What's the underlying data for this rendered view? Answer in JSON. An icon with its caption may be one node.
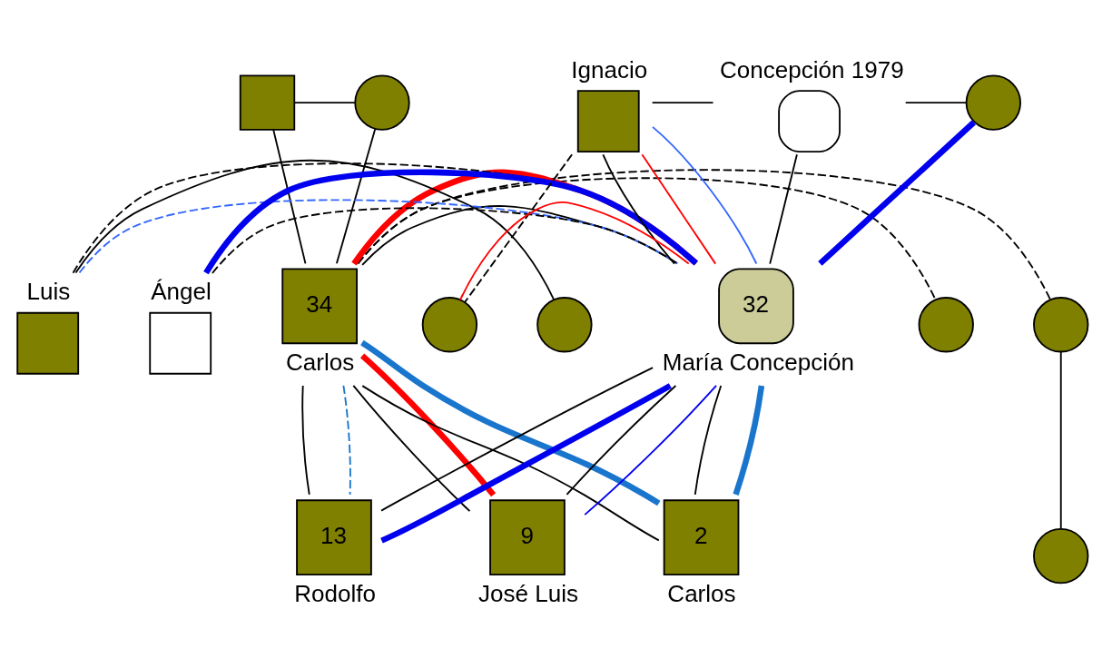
{
  "diagram": {
    "nodes": [
      {
        "text": [],
        "shape": "box"
      },
      {
        "text": [],
        "shape": "circle"
      },
      {
        "text": [
          "34"
        ],
        "beside": [
          "Carlos"
        ]
      },
      {
        "text": [],
        "shape": "circle"
      },
      {
        "text": [],
        "shape": "circle"
      },
      {
        "text": [],
        "shape": "circle"
      },
      {
        "text": [
          "Luis"
        ]
      },
      {
        "text": [],
        "shape": "circle"
      },
      {
        "text": [
          "Ángel"
        ]
      },
      {
        "text": [
          "Ignacio"
        ]
      },
      {
        "text": [
          "Concepción 1979"
        ]
      },
      {
        "text": [],
        "shape": "circle"
      },
      {
        "text": [],
        "shape": "circle"
      },
      {
        "text": [
          "32"
        ],
        "beside": [
          "María Concepción"
        ]
      },
      {
        "text": [
          "13"
        ],
        "beside": [
          "Rodolfo"
        ]
      },
      {
        "text": [
          "9"
        ],
        "beside": [
          "José Luis"
        ]
      },
      {
        "text": [
          "2"
        ],
        "beside": [
          "Carlos"
        ]
      }
    ],
    "edges": [
      {
        "from": 0,
        "to": 1,
        "arrow": "none"
      },
      {
        "from": 0,
        "to": 2,
        "arrow": "none"
      },
      {
        "from": 1,
        "to": 2,
        "arrow": "none"
      },
      {
        "from": 2,
        "to": 3,
        "arrow": "none",
        "style": "dashed"
      },
      {
        "from": 2,
        "to": 4,
        "arrow": "none",
        "style": "dashed"
      },
      {
        "from": 4,
        "to": 5,
        "arrow": "none"
      },
      {
        "from": 6,
        "to": 7,
        "arrow": "none"
      },
      {
        "from": 10,
        "to": 12,
        "arrow": "none"
      },
      {
        "from": 9,
        "to": 10,
        "arrow": "none"
      },
      {
        "from": 9,
        "to": 11,
        "arrow": "none",
        "style": "dashed"
      },
      {
        "from": 9,
        "to": 13,
        "arrow": "none"
      },
      {
        "from": 10,
        "to": 13,
        "arrow": "none"
      },
      {
        "from": 6,
        "to": 13,
        "arrow": "none",
        "style": "dashed",
        "color": "#3366ff"
      },
      {
        "from": 6,
        "to": 13,
        "arrow": "none",
        "style": "dashed"
      },
      {
        "from": 8,
        "to": 13,
        "arrow": "none",
        "style": "dashed"
      },
      {
        "from": 8,
        "to": 13,
        "arrow": "none",
        "style": "thick",
        "color": "#0000ee"
      },
      {
        "from": 2,
        "to": 13,
        "arrow": "none"
      },
      {
        "from": 2,
        "to": 14,
        "arrow": "none"
      },
      {
        "from": 2,
        "to": 15,
        "arrow": "none"
      },
      {
        "from": 2,
        "to": 16,
        "arrow": "none"
      },
      {
        "from": 13,
        "to": 14,
        "arrow": "none"
      },
      {
        "from": 13,
        "to": 15,
        "arrow": "none"
      },
      {
        "from": 13,
        "to": 16,
        "arrow": "none"
      },
      {
        "from": 2,
        "to": 13,
        "arrow": "none",
        "style": "thick",
        "color": "#ff0000"
      },
      {
        "from": 9,
        "to": 13,
        "arrow": "none",
        "color": "#ff0000"
      },
      {
        "from": 11,
        "to": 13,
        "arrow": "none",
        "color": "#ff0000"
      },
      {
        "from": 9,
        "to": 13,
        "arrow": "none",
        "color": "#3366ff"
      },
      {
        "from": 13,
        "to": 12,
        "arrow": "none",
        "style": "thick",
        "color": "#0000ee"
      },
      {
        "from": 13,
        "to": 14,
        "arrow": "none",
        "style": "thick",
        "color": "#0000ee"
      },
      {
        "from": 13,
        "to": 15,
        "arrow": "none",
        "color": "#0000ee"
      },
      {
        "from": 13,
        "to": 16,
        "arrow": "none",
        "style": "thick",
        "color": "#1a75cc"
      },
      {
        "from": 2,
        "to": 16,
        "arrow": "none",
        "style": "thick",
        "color": "#1a75cc"
      },
      {
        "from": 2,
        "to": 14,
        "arrow": "none",
        "style": "dashed",
        "color": "#1a75cc"
      },
      {
        "from": 2,
        "to": 15,
        "arrow": "none",
        "style": "thick",
        "color": "#ff0000"
      }
    ]
  }
}
